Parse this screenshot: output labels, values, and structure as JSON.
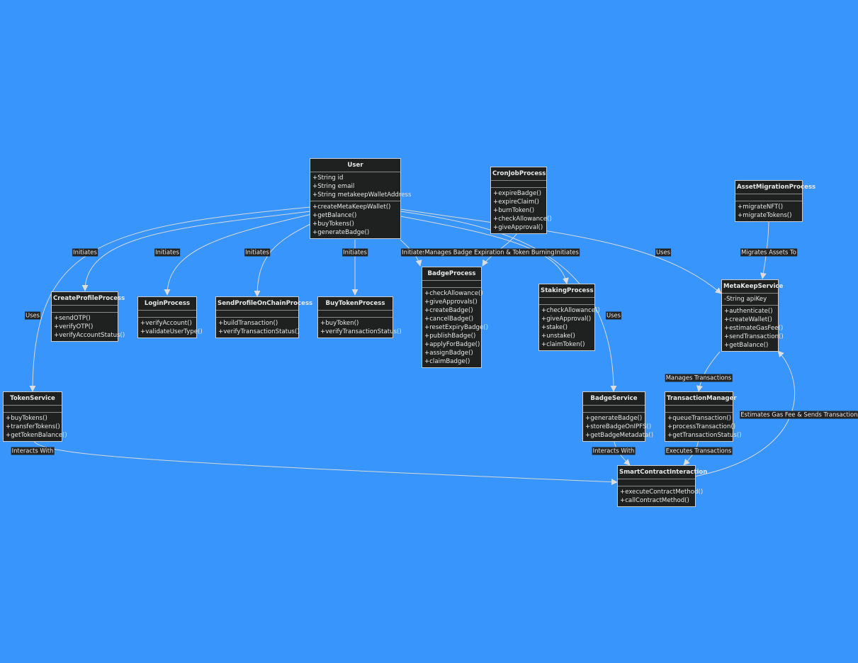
{
  "classes": [
    {
      "id": "User",
      "title": "User",
      "attrs": [
        "+String id",
        "+String email",
        "+String metakeepWalletAddress"
      ],
      "methods": [
        "+createMetaKeepWallet()",
        "+getBalance()",
        "+buyTokens()",
        "+generateBadge()"
      ]
    },
    {
      "id": "CronJobProcess",
      "title": "CronJobProcess",
      "attrs": [],
      "methods": [
        "+expireBadge()",
        "+expireClaim()",
        "+burnToken()",
        "+checkAllowance()",
        "+giveApproval()"
      ]
    },
    {
      "id": "AssetMigrationProcess",
      "title": "AssetMigrationProcess",
      "attrs": [],
      "methods": [
        "+migrateNFT()",
        "+migrateTokens()"
      ]
    },
    {
      "id": "CreateProfileProcess",
      "title": "CreateProfileProcess",
      "attrs": [],
      "methods": [
        "+sendOTP()",
        "+verifyOTP()",
        "+verifyAccountStatus()"
      ]
    },
    {
      "id": "LoginProcess",
      "title": "LoginProcess",
      "attrs": [],
      "methods": [
        "+verifyAccount()",
        "+validateUserType()"
      ]
    },
    {
      "id": "SendProfileOnChainProcess",
      "title": "SendProfileOnChainProcess",
      "attrs": [],
      "methods": [
        "+buildTransaction()",
        "+verifyTransactionStatus()"
      ]
    },
    {
      "id": "BuyTokenProcess",
      "title": "BuyTokenProcess",
      "attrs": [],
      "methods": [
        "+buyToken()",
        "+verifyTransactionStatus()"
      ]
    },
    {
      "id": "BadgeProcess",
      "title": "BadgeProcess",
      "attrs": [],
      "methods": [
        "+checkAllowance()",
        "+giveApprovals()",
        "+createBadge()",
        "+cancelBadge()",
        "+resetExpiryBadge()",
        "+publishBadge()",
        "+applyForBadge()",
        "+assignBadge()",
        "+claimBadge()"
      ]
    },
    {
      "id": "StakingProcess",
      "title": "StakingProcess",
      "attrs": [],
      "methods": [
        "+checkAllowance()",
        "+giveApproval()",
        "+stake()",
        "+unstake()",
        "+claimToken()"
      ]
    },
    {
      "id": "MetaKeepService",
      "title": "MetaKeepService",
      "attrs": [
        "-String apiKey"
      ],
      "methods": [
        "+authenticate()",
        "+createWallet()",
        "+estimateGasFee()",
        "+sendTransaction()",
        "+getBalance()"
      ]
    },
    {
      "id": "TokenService",
      "title": "TokenService",
      "attrs": [],
      "methods": [
        "+buyTokens()",
        "+transferTokens()",
        "+getTokenBalance()"
      ]
    },
    {
      "id": "BadgeService",
      "title": "BadgeService",
      "attrs": [],
      "methods": [
        "+generateBadge()",
        "+storeBadgeOnIPFS()",
        "+getBadgeMetadata()"
      ]
    },
    {
      "id": "TransactionManager",
      "title": "TransactionManager",
      "attrs": [],
      "methods": [
        "+queueTransaction()",
        "+processTransaction()",
        "+getTransactionStatus()"
      ]
    },
    {
      "id": "SmartContractInteraction",
      "title": "SmartContractInteraction",
      "attrs": [],
      "methods": [
        "+executeContractMethod()",
        "+callContractMethod()"
      ]
    }
  ],
  "relations": [
    {
      "from": "User",
      "to": "CreateProfileProcess",
      "label": "Initiates"
    },
    {
      "from": "User",
      "to": "LoginProcess",
      "label": "Initiates"
    },
    {
      "from": "User",
      "to": "SendProfileOnChainProcess",
      "label": "Initiates"
    },
    {
      "from": "User",
      "to": "BuyTokenProcess",
      "label": "Initiates"
    },
    {
      "from": "User",
      "to": "BadgeProcess",
      "label": "Initiates"
    },
    {
      "from": "User",
      "to": "StakingProcess",
      "label": "Initiates"
    },
    {
      "from": "User",
      "to": "MetaKeepService",
      "label": "Uses"
    },
    {
      "from": "User",
      "to": "TokenService",
      "label": "Uses"
    },
    {
      "from": "User",
      "to": "BadgeService",
      "label": "Uses"
    },
    {
      "from": "CronJobProcess",
      "to": "BadgeProcess",
      "label": "Manages Badge Expiration & Token Burning"
    },
    {
      "from": "AssetMigrationProcess",
      "to": "MetaKeepService",
      "label": "Migrates Assets To"
    },
    {
      "from": "MetaKeepService",
      "to": "TransactionManager",
      "label": "Manages Transactions"
    },
    {
      "from": "TokenService",
      "to": "SmartContractInteraction",
      "label": "Interacts With"
    },
    {
      "from": "BadgeService",
      "to": "SmartContractInteraction",
      "label": "Interacts With"
    },
    {
      "from": "TransactionManager",
      "to": "SmartContractInteraction",
      "label": "Executes Transactions"
    },
    {
      "from": "SmartContractInteraction",
      "to": "MetaKeepService",
      "label": "Estimates Gas Fee & Sends Transactions"
    }
  ],
  "colors": {
    "background": "#3795FC",
    "node_fill": "#1f2020",
    "node_border": "#cccccc",
    "edge": "#dddddd",
    "text": "#e8e8e8"
  }
}
